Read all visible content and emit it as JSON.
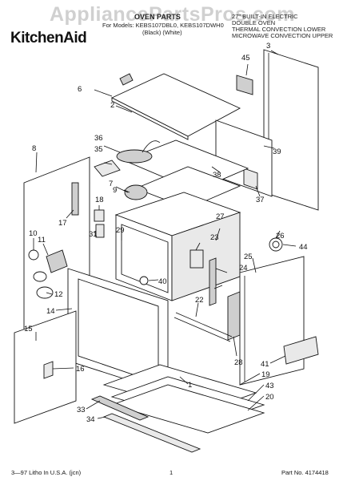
{
  "watermark": "AppliancePartsPros.com",
  "brand": "KitchenAid",
  "header": {
    "title": "OVEN PARTS",
    "model_line_1": "For Models: KEBS107DBL0, KEBS107DWH0",
    "model_line_2": "(Black)          (White)",
    "product_line_1": "27\" BUILT-IN ELECTRIC",
    "product_line_2": "DOUBLE OVEN",
    "product_line_3": "THERMAL CONVECTION LOWER",
    "product_line_4": "MICROWAVE CONVECTION UPPER"
  },
  "callouts": [
    "1",
    "2",
    "3",
    "6",
    "7",
    "8",
    "9",
    "10",
    "11",
    "12",
    "14",
    "15",
    "16",
    "17",
    "18",
    "19",
    "20",
    "22",
    "23",
    "24",
    "25",
    "26",
    "27",
    "28",
    "29",
    "31",
    "33",
    "34",
    "35",
    "36",
    "37",
    "38",
    "39",
    "40",
    "41",
    "43",
    "44",
    "45"
  ],
  "footer": {
    "litho": "3—97 Litho In U.S.A. (jcn)",
    "page_number": "1",
    "part_number": "Part No. 4174418"
  }
}
